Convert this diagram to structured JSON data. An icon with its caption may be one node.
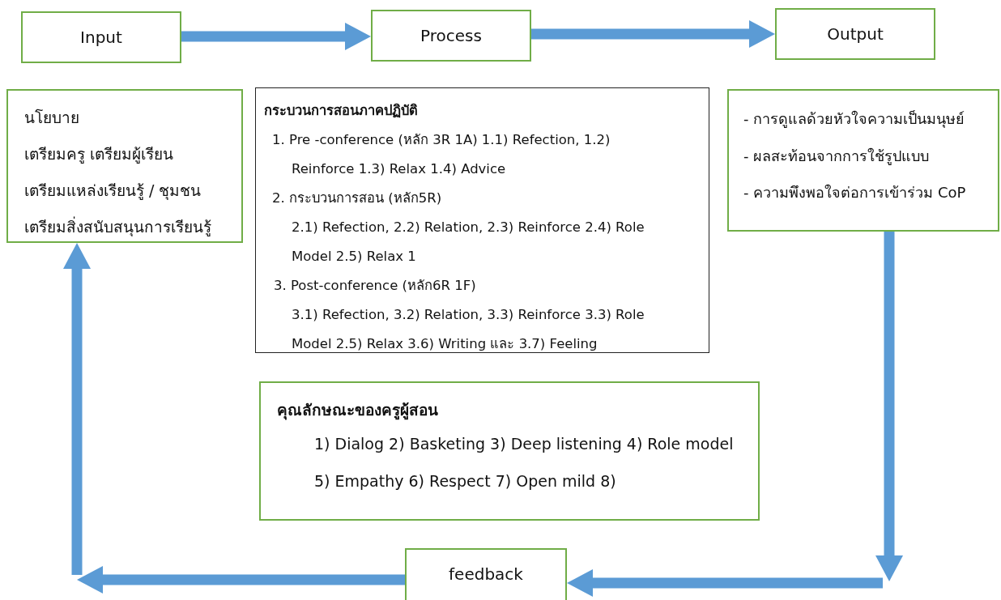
{
  "diagram": {
    "nodes": [
      {
        "text": [
          "Input"
        ]
      },
      {
        "text": [
          "Process"
        ]
      },
      {
        "text": [
          "Output"
        ]
      },
      {
        "text": [
          "นโยบาย",
          "เตรียมครู  เตรียมผู้เรียน",
          "เตรียมแหล่งเรียนรู้ / ชุมชน",
          "เตรียมสิ่งสนับสนุนการเรียนรู้"
        ]
      },
      {
        "text": [
          "กระบวนการสอนภาคปฏิบัติ",
          "1. Pre -conference (หลัก 3R 1A) 1.1) Refection, 1.2) Reinforce 1.3) Relax 1.4) Advice",
          "2. กระบวนการสอน (หลัก5R)",
          "2.1) Refection, 2.2) Relation, 2.3) Reinforce 2.4) Role Model 2.5) Relax 1",
          "3. Post-conference (หลัก6R 1F)",
          "3.1) Refection, 3.2) Relation, 3.3) Reinforce 3.3) Role Model 2.5) Relax 3.6) Writing และ 3.7) Feeling"
        ]
      },
      {
        "text": [
          "- การดูแลด้วยหัวใจความเป็นมนุษย์",
          "- ผลสะท้อนจากการใช้รูปแบบ",
          "- ความพึงพอใจต่อการเข้าร่วม CoP"
        ]
      },
      {
        "text": [
          "คุณลักษณะของครูผู้สอน",
          "1) Dialog 2) Basketing 3) Deep listening 4) Role model",
          "5) Empathy 6) Respect 7) Open mild 8)"
        ]
      },
      {
        "text": [
          "feedback"
        ]
      }
    ],
    "edges": [
      {
        "from": 0,
        "to": 1,
        "arrow": "to"
      },
      {
        "from": 1,
        "to": 2,
        "arrow": "to"
      },
      {
        "from": 5,
        "to": null,
        "arrow": "to"
      },
      {
        "from": null,
        "to": 7,
        "arrow": "to"
      },
      {
        "from": 7,
        "to": null,
        "arrow": "to"
      },
      {
        "from": null,
        "to": 3,
        "arrow": "to"
      }
    ]
  }
}
